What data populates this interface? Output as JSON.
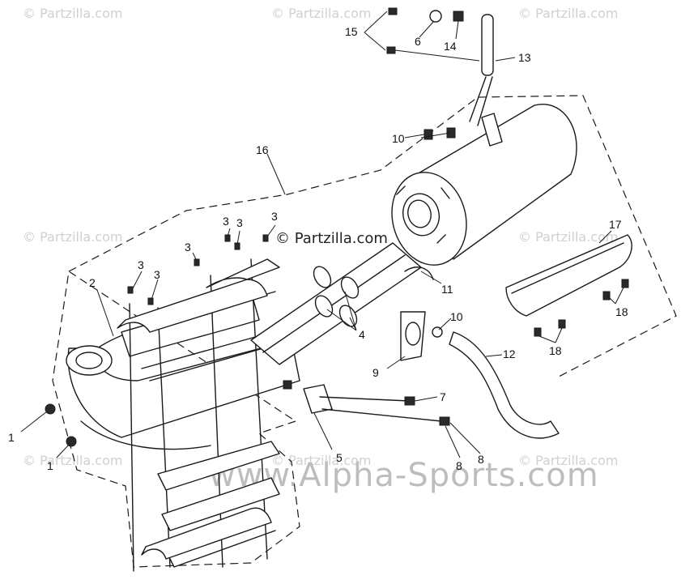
{
  "watermarks": {
    "corner": "© Partzilla.com",
    "center": "© Partzilla.com",
    "bottom": "www.Alpha-Sports.com"
  },
  "callouts": {
    "c1a": "1",
    "c1b": "1",
    "c2": "2",
    "c3a": "3",
    "c3b": "3",
    "c3c": "3",
    "c3d": "3",
    "c3e": "3",
    "c3f": "3",
    "c4": "4",
    "c5": "5",
    "c6": "6",
    "c7": "7",
    "c8a": "8",
    "c8b": "8",
    "c9": "9",
    "c10a": "10",
    "c10b": "10",
    "c11": "11",
    "c12": "12",
    "c13": "13",
    "c14": "14",
    "c15": "15",
    "c16": "16",
    "c17": "17",
    "c18a": "18",
    "c18b": "18"
  },
  "colors": {
    "line": "#1a1a1a",
    "watermark": "#d0d0d0"
  }
}
